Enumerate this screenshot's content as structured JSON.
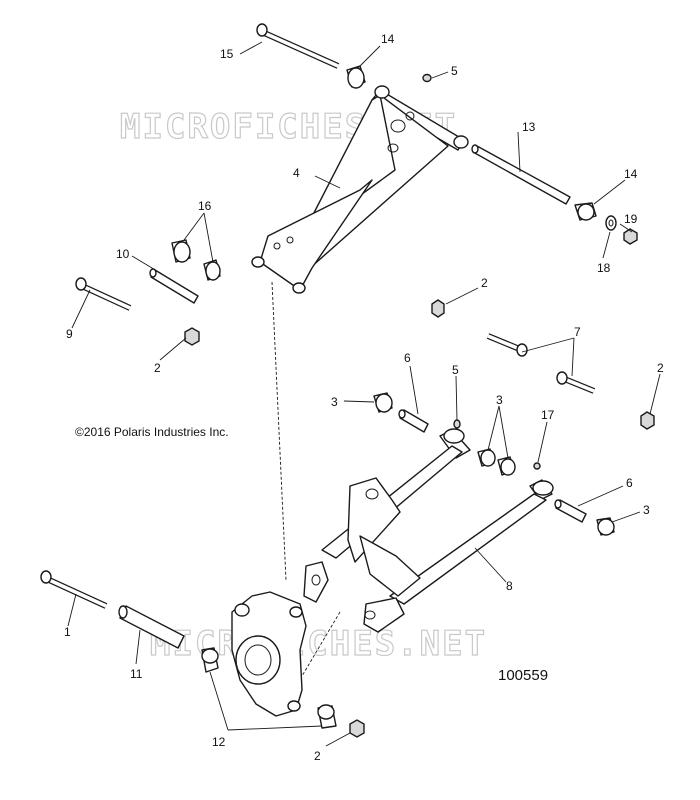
{
  "watermark": "MICROFICHES.NET",
  "copyright": "©2016 Polaris Industries Inc.",
  "figure_number": "100559",
  "callouts": {
    "c15": "15",
    "c14a": "14",
    "c5a": "5",
    "c13": "13",
    "c14b": "14",
    "c19": "19",
    "c18": "18",
    "c4": "4",
    "c16": "16",
    "c10": "10",
    "c9": "9",
    "c2a": "2",
    "c2b": "2",
    "c7": "7",
    "c2c": "2",
    "c6a": "6",
    "c5b": "5",
    "c3a": "3",
    "c3b": "3",
    "c17": "17",
    "c6b": "6",
    "c3c": "3",
    "c8": "8",
    "c1": "1",
    "c11": "11",
    "c12": "12",
    "c2d": "2"
  }
}
